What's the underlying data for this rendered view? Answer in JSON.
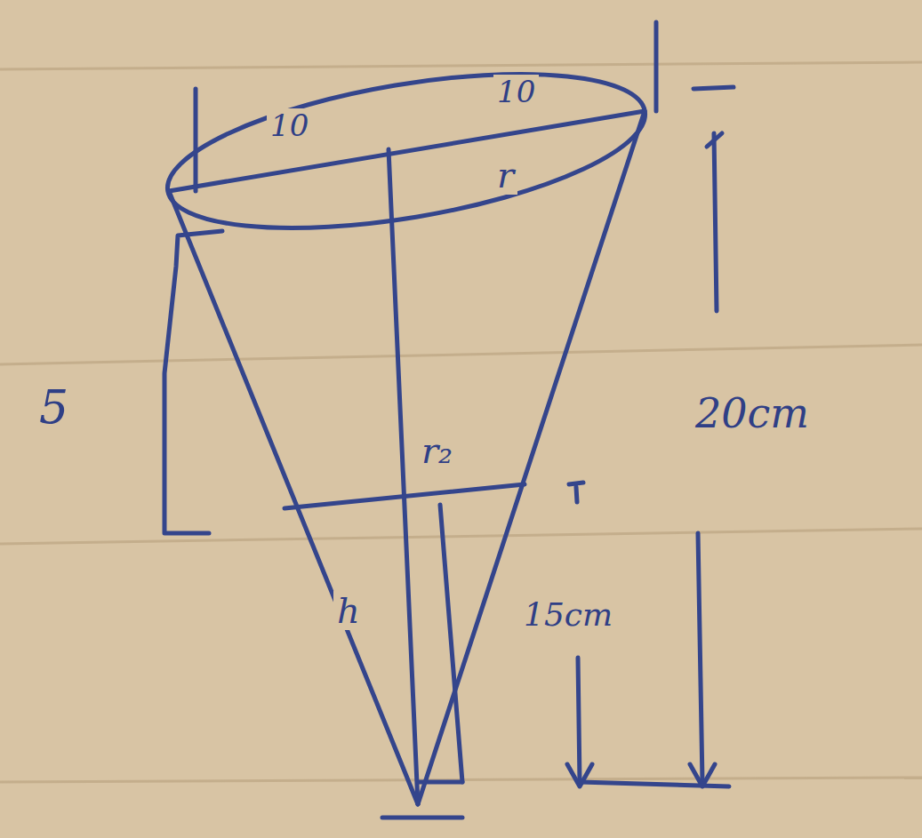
{
  "diagram": {
    "labels": [
      "10",
      "10",
      "r",
      "5",
      "r₂",
      "h",
      "15cm",
      "20cm"
    ]
  }
}
